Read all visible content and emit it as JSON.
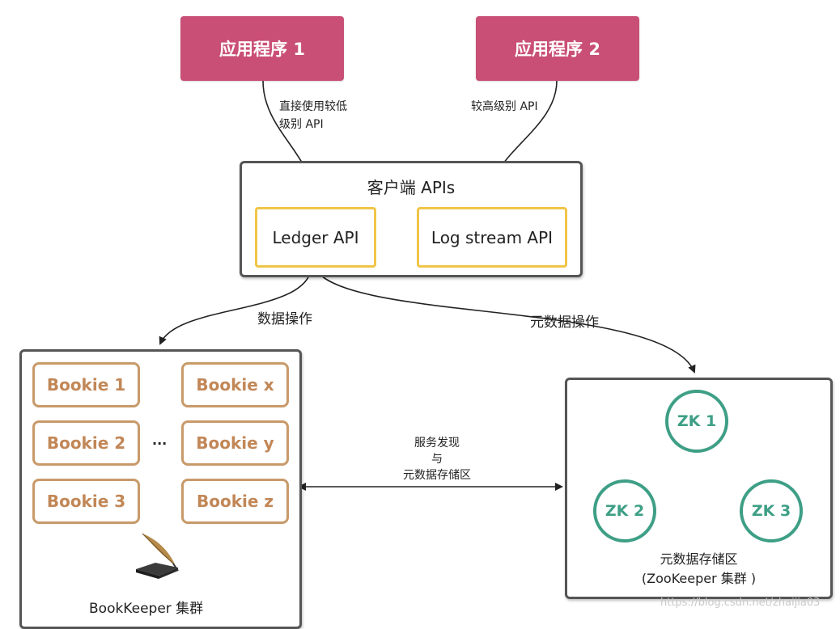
{
  "apps": {
    "app1": "应用程序 1",
    "app2": "应用程序 2"
  },
  "edge_labels": {
    "app1_line1": "直接使用较低",
    "app1_line2": "级别 API",
    "app2": "较高级别 API",
    "data_ops": "数据操作",
    "meta_ops": "元数据操作",
    "discovery_line1": "服务发现",
    "discovery_line2": "与",
    "discovery_line3": "元数据存储区"
  },
  "client_apis": {
    "title": "客户端 APIs",
    "ledger": "Ledger API",
    "logstream": "Log stream API"
  },
  "bookkeeper": {
    "bookies": [
      "Bookie 1",
      "Bookie 2",
      "Bookie 3",
      "Bookie x",
      "Bookie y",
      "Bookie z"
    ],
    "ellipsis": "...",
    "cluster_label": "BookKeeper 集群"
  },
  "zookeeper": {
    "nodes": [
      "ZK 1",
      "ZK 2",
      "ZK 3"
    ],
    "label_line1": "元数据存储区",
    "label_line2": "(ZooKeeper 集群 )"
  },
  "watermark": "https://blog.csdn.net/zhaijia03",
  "colors": {
    "app": "#c94f76",
    "api_border": "#f0c548",
    "bookie": "#c28757",
    "zk": "#3e9f86",
    "panel_border": "#555555"
  }
}
